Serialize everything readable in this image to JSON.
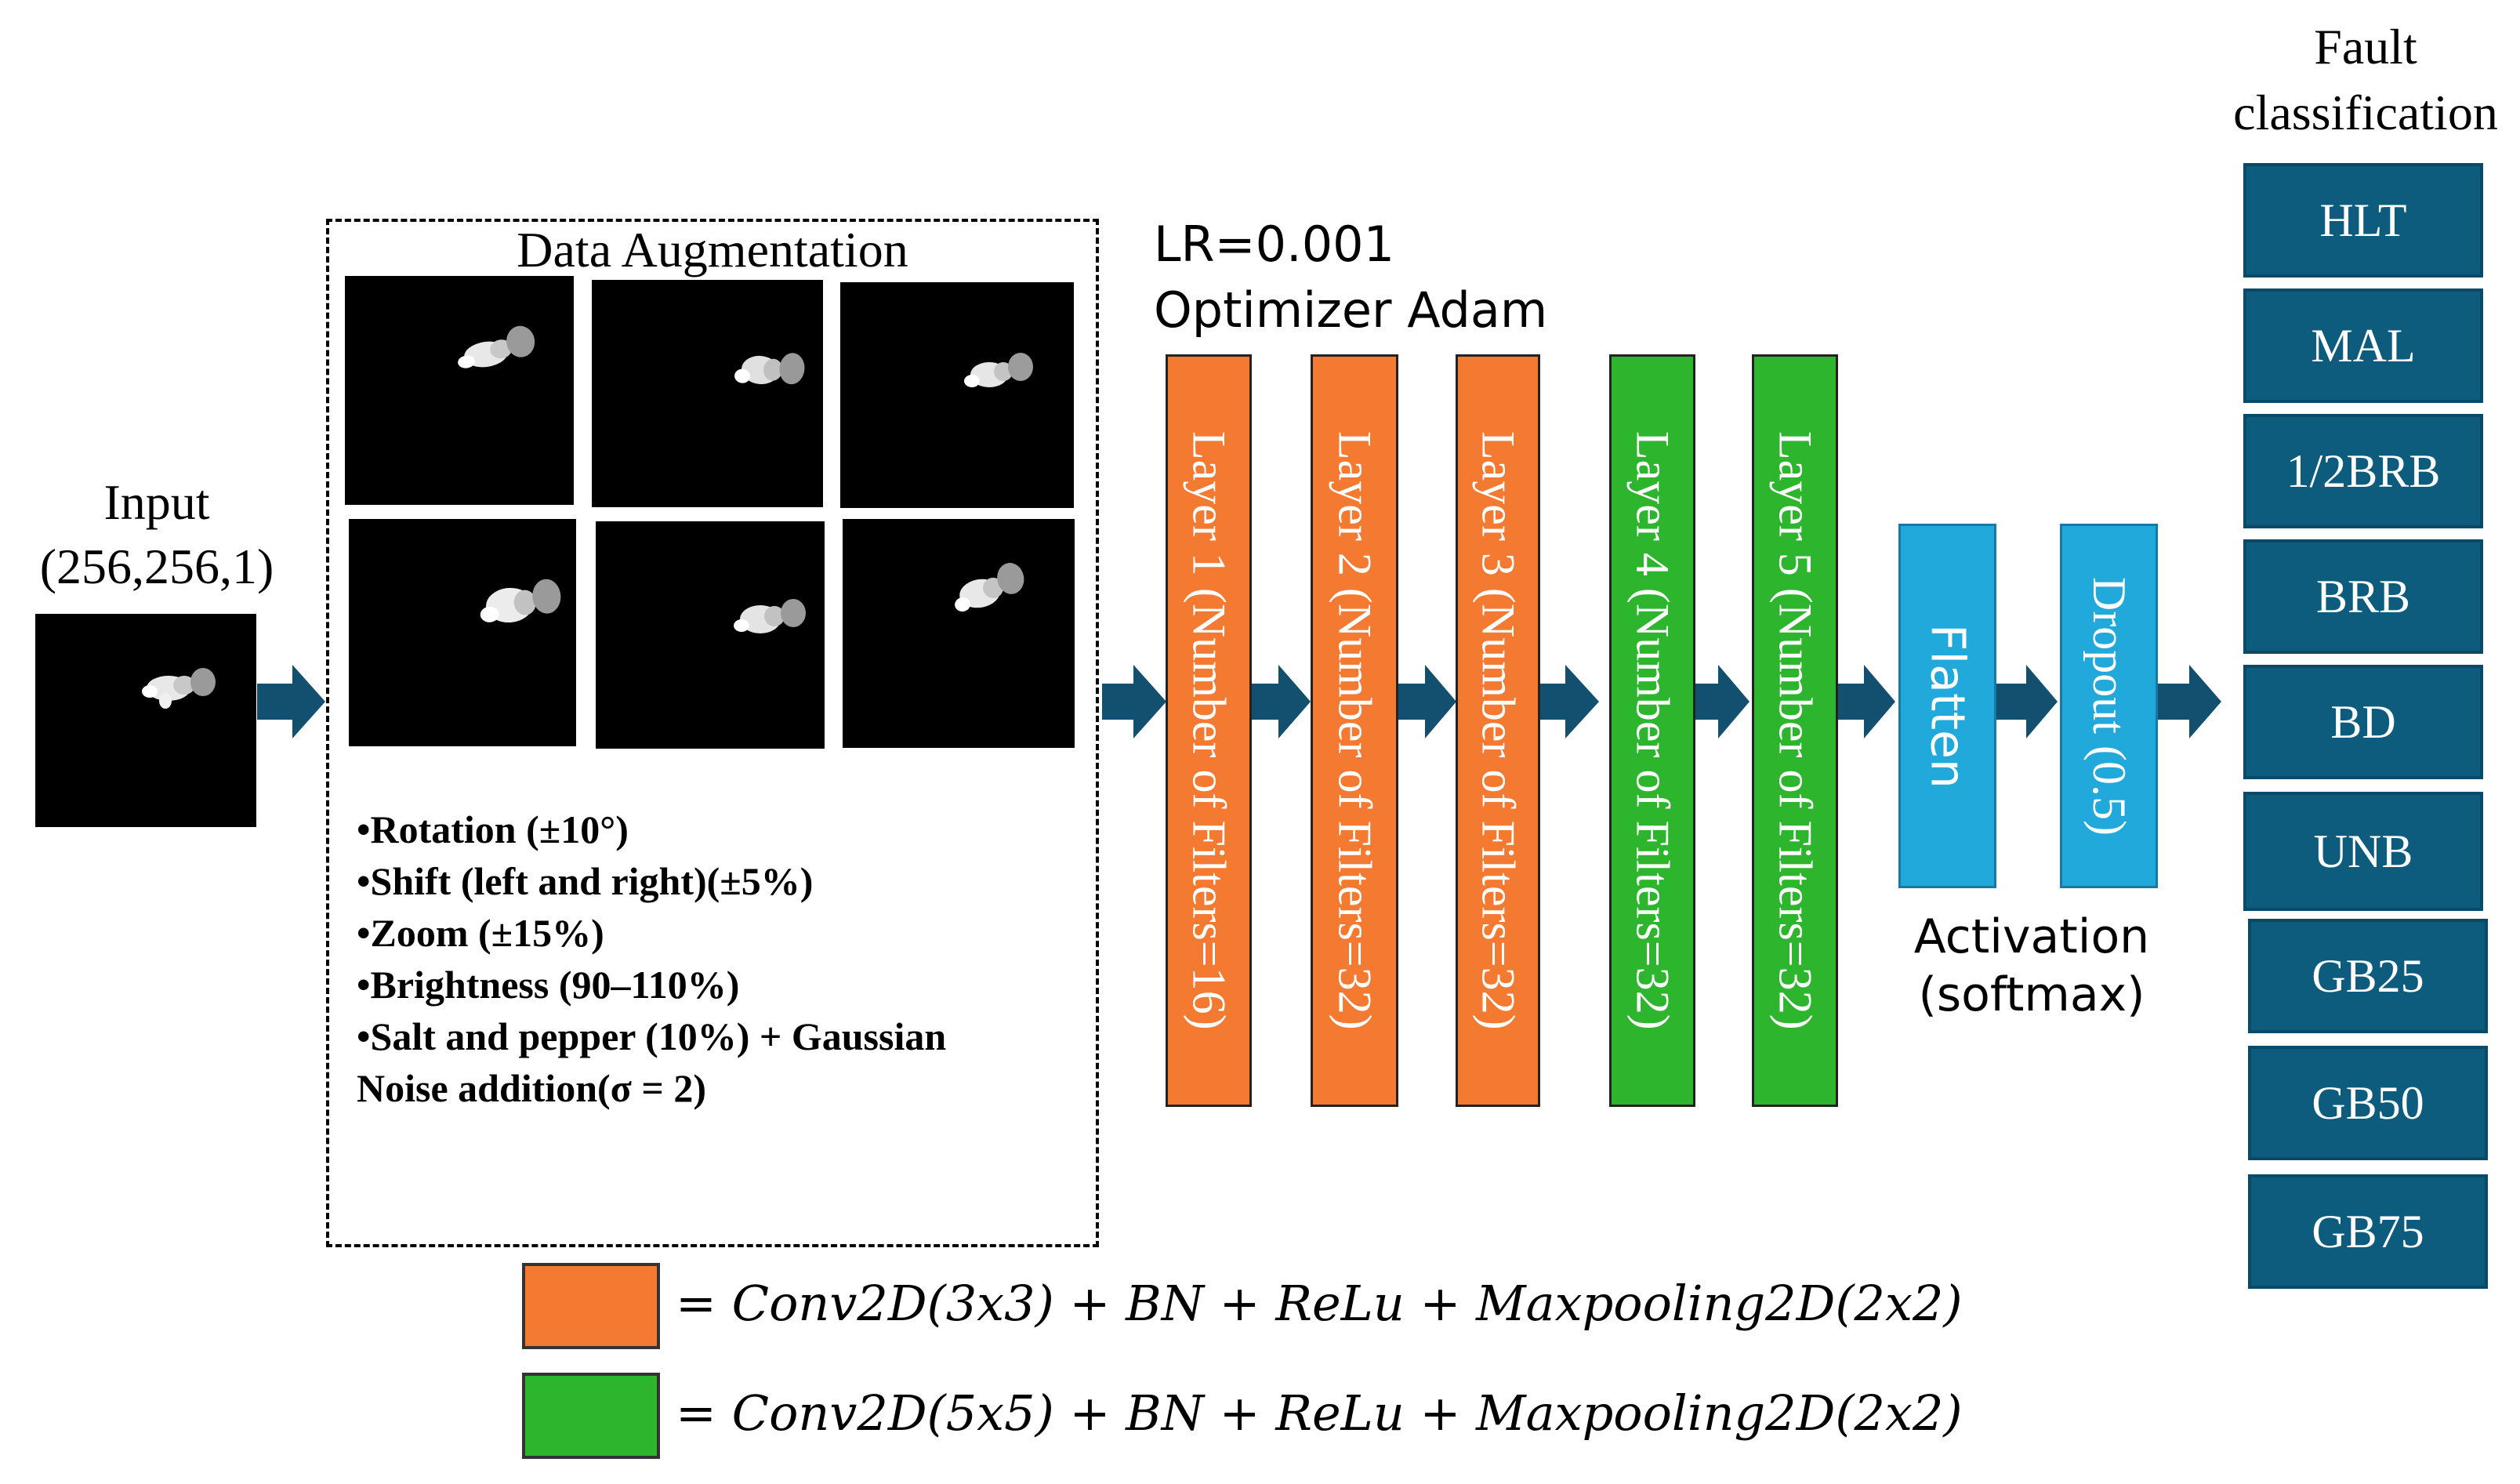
{
  "input": {
    "label": "Input",
    "shape": "(256,256,1)"
  },
  "augmentation": {
    "title": "Data Augmentation",
    "bullets": [
      "•Rotation (±10°)",
      "•Shift (left and right)(±5%)",
      "•Zoom (±15%)",
      "•Brightness (90–110%)",
      "•Salt and pepper (10%) + Gaussian",
      "Noise addition(σ = 2)"
    ]
  },
  "training": {
    "lr": "LR=0.001",
    "optimizer": "Optimizer Adam"
  },
  "layers": [
    {
      "label": "Layer 1 (Number of Filters=16)",
      "type": "conv3"
    },
    {
      "label": "Layer 2 (Number of Filters=32)",
      "type": "conv3"
    },
    {
      "label": "Layer 3 (Number of Filters=32)",
      "type": "conv3"
    },
    {
      "label": "Layer 4 (Number of Filters=32)",
      "type": "conv5"
    },
    {
      "label": "Layer 5 (Number of Filters=32)",
      "type": "conv5"
    }
  ],
  "flatten": {
    "label": "Flatten"
  },
  "dropout": {
    "label": "Dropout (0.5)"
  },
  "activation": {
    "line1": "Activation",
    "line2": "(softmax)"
  },
  "output": {
    "title_line1": "Fault",
    "title_line2": "classification",
    "classes": [
      "HLT",
      "MAL",
      "1/2BRB",
      "BRB",
      "BD",
      "UNB",
      "GB25",
      "GB50",
      "GB75"
    ]
  },
  "legend": {
    "conv3": "= Conv2D(3x3) + BN + ReLu + Maxpooling2D(2x2)",
    "conv5": "= Conv2D(5x5) + BN + ReLu + Maxpooling2D(2x2)"
  },
  "colors": {
    "conv3": "#f47a32",
    "conv5": "#2eb52e",
    "dense": "#22a9dc",
    "class_box": "#0d5c7d",
    "arrow": "#134f6e"
  }
}
